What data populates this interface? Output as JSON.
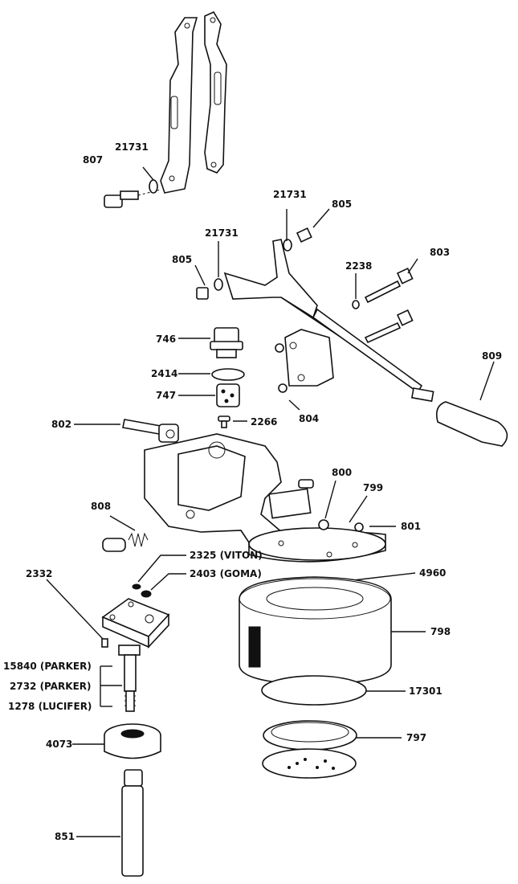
{
  "labels": {
    "p807": "807",
    "p21731a": "21731",
    "p21731b": "21731",
    "p21731c": "21731",
    "p805a": "805",
    "p805b": "805",
    "p2238": "2238",
    "p803": "803",
    "p746": "746",
    "p2414": "2414",
    "p747": "747",
    "p809": "809",
    "p804": "804",
    "p802": "802",
    "p2266": "2266",
    "p800": "800",
    "p799": "799",
    "p801": "801",
    "p808": "808",
    "p2325": "2325 (VITON)",
    "p2403": "2403 (GOMA)",
    "p2332": "2332",
    "p4960": "4960",
    "p798": "798",
    "p15840": "15840 (PARKER)",
    "p2732": "2732 (PARKER)",
    "p1278": "1278 (LUCIFER)",
    "p17301": "17301",
    "p4073": "4073",
    "p797": "797",
    "p851": "851"
  },
  "colors": {
    "ink": "#111111",
    "paper": "#ffffff"
  }
}
